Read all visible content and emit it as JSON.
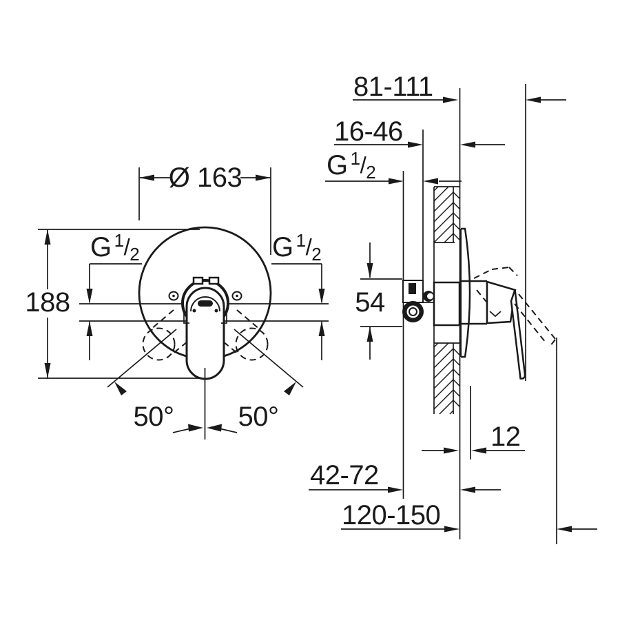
{
  "drawing": {
    "front_view": {
      "diameter": "Ø 163",
      "height": "188",
      "angle_left": "50°",
      "angle_right": "50°"
    },
    "side_view": {
      "projection_range": "81-111",
      "min_depth_range": "16-46",
      "body_height": "54",
      "plate_thickness": "12",
      "rough_in_range": "42-72",
      "total_depth_range": "120-150"
    },
    "thread_label": {
      "base": "G",
      "numerator": "1",
      "slash": "/",
      "denominator": "2"
    },
    "colors": {
      "line": "#1a1a1a",
      "background": "#ffffff"
    }
  }
}
